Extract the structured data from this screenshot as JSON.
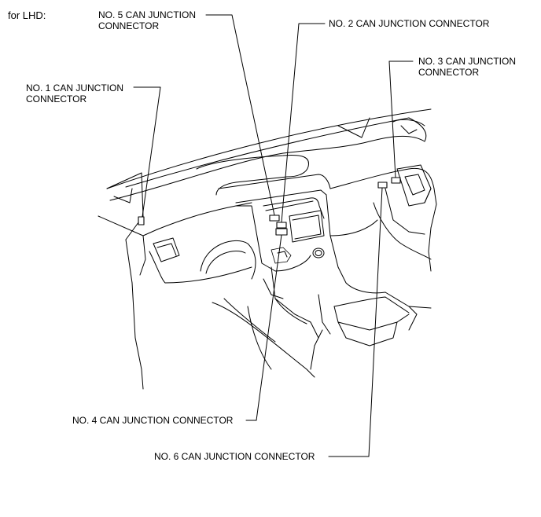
{
  "title": "for LHD:",
  "labels": {
    "c1": "NO. 1 CAN JUNCTION\nCONNECTOR",
    "c2": "NO. 2 CAN JUNCTION CONNECTOR",
    "c3": "NO. 3 CAN JUNCTION\nCONNECTOR",
    "c4": "NO. 4 CAN JUNCTION CONNECTOR",
    "c5": "NO. 5 CAN JUNCTION\nCONNECTOR",
    "c6": "NO. 6 CAN JUNCTION CONNECTOR"
  }
}
